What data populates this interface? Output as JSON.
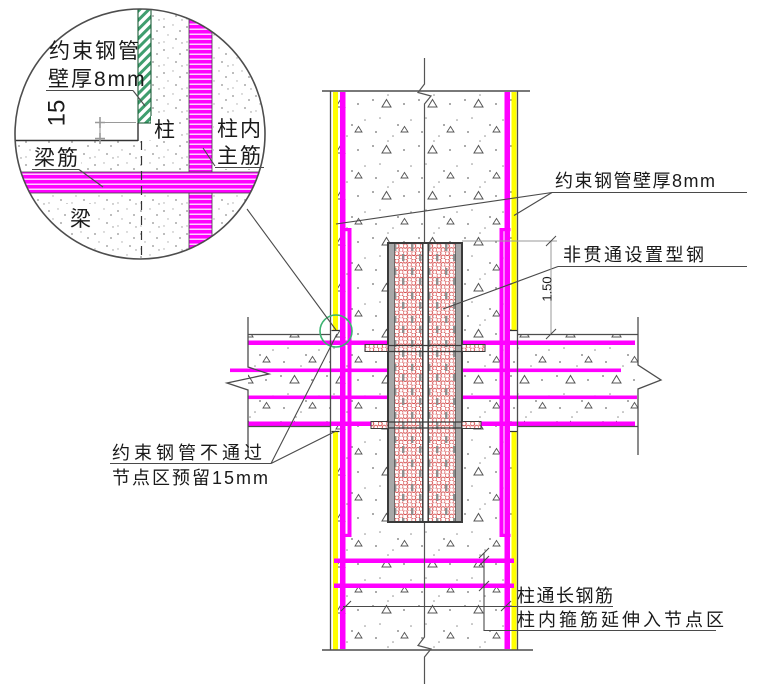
{
  "diagram": {
    "detail_callout": {
      "labels": {
        "tube_wall_line1": "约束钢管",
        "tube_wall_line2": "壁厚8mm",
        "gap_dim": "15",
        "column": "柱",
        "column_rebar_line1": "柱内",
        "column_rebar_line2": "主筋",
        "beam_rebar": "梁筋",
        "beam": "梁"
      }
    },
    "main_view": {
      "labels": {
        "tube_wall": "约束钢管壁厚8mm",
        "steel_section": "非贯通设置型钢",
        "steel_dim": "1.50",
        "tube_gap_line1": "约束钢管不通过",
        "tube_gap_line2": "节点区预留15mm",
        "column_through_rebar": "柱通长钢筋",
        "stirrup_note": "柱内箍筋延伸入节点区"
      }
    },
    "colors": {
      "rebar_magenta": "#FF00FF",
      "tube_yellow": "#FFFF00",
      "steel_hatch_red": "#CF3333",
      "green_hatch": "#3F9E6E",
      "callout_green": "#3CB371",
      "line_dark": "#4A4A4A",
      "dim_gray": "#9A9A9A",
      "concrete_dot": "#909090"
    }
  }
}
